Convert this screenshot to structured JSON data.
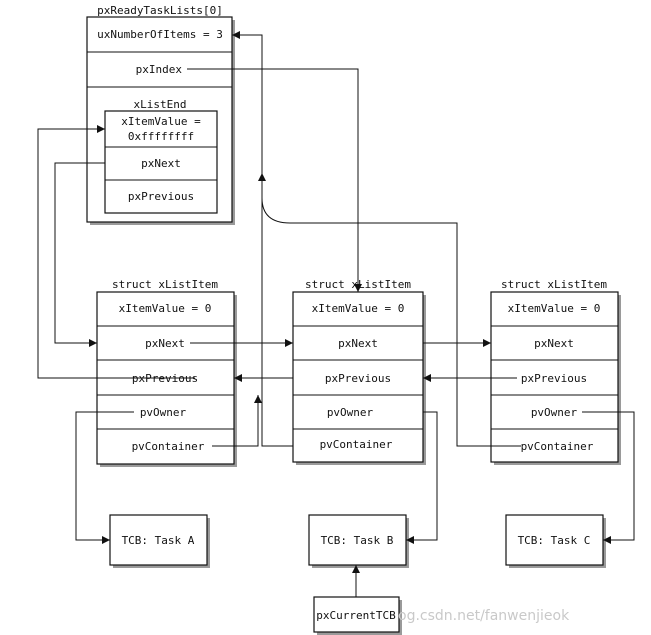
{
  "ready_list": {
    "title": "pxReadyTaskLists[0]",
    "count_field": "uxNumberOfItems = 3",
    "index_field": "pxIndex",
    "list_end": {
      "title": "xListEnd",
      "item_value_line1": "xItemValue =",
      "item_value_line2": "0xffffffff",
      "next": "pxNext",
      "previous": "pxPrevious"
    }
  },
  "list_items": [
    {
      "title": "struct xListItem",
      "item_value": "xItemValue = 0",
      "next": "pxNext",
      "previous": "pxPrevious",
      "owner": "pvOwner",
      "container": "pvContainer"
    },
    {
      "title": "struct xListItem",
      "item_value": "xItemValue = 0",
      "next": "pxNext",
      "previous": "pxPrevious",
      "owner": "pvOwner",
      "container": "pvContainer"
    },
    {
      "title": "struct xListItem",
      "item_value": "xItemValue = 0",
      "next": "pxNext",
      "previous": "pxPrevious",
      "owner": "pvOwner",
      "container": "pvContainer"
    }
  ],
  "tcbs": [
    "TCB: Task A",
    "TCB: Task B",
    "TCB: Task C"
  ],
  "current_tcb": "pxCurrentTCB",
  "watermark": "og.csdn.net/fanwenjieok",
  "colors": {
    "line": "#111111",
    "shadow": "#9a9a9a",
    "box_fill": "#ffffff",
    "watermark": "#c9c9c9"
  }
}
